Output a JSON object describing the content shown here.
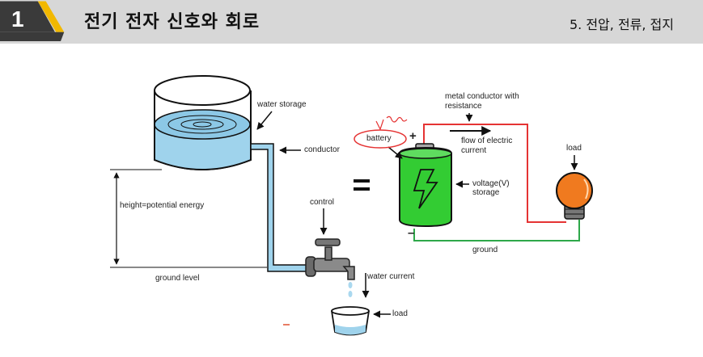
{
  "header": {
    "slide_number": "1",
    "title": "전기 전자 신호와 회로",
    "section": "5. 전압, 전류, 접지"
  },
  "water_diagram": {
    "storage_label": "water storage",
    "conductor_label": "conductor",
    "height_label": "height=potential energy",
    "control_label": "control",
    "ground_label": "ground level",
    "current_label": "water current",
    "load_label": "load"
  },
  "equals_sign": "=",
  "circuit_diagram": {
    "conductor_label_line1": "metal conductor with",
    "conductor_label_line2": "resistance",
    "flow_label_line1": "flow of electric",
    "flow_label_line2": "current",
    "battery_label": "battery",
    "voltage_label_line1": "voltage(V)",
    "voltage_label_line2": "storage",
    "load_label": "load",
    "ground_label": "ground",
    "plus_sign": "+",
    "minus_sign": "–"
  },
  "colors": {
    "header_bg": "#d7d7d7",
    "badge_yellow": "#f2b800",
    "water": "#9fd3ec",
    "battery_green": "#33cc33",
    "wire_red": "#e53333",
    "wire_green": "#2ea84a",
    "bulb_orange": "#f07a1f"
  }
}
